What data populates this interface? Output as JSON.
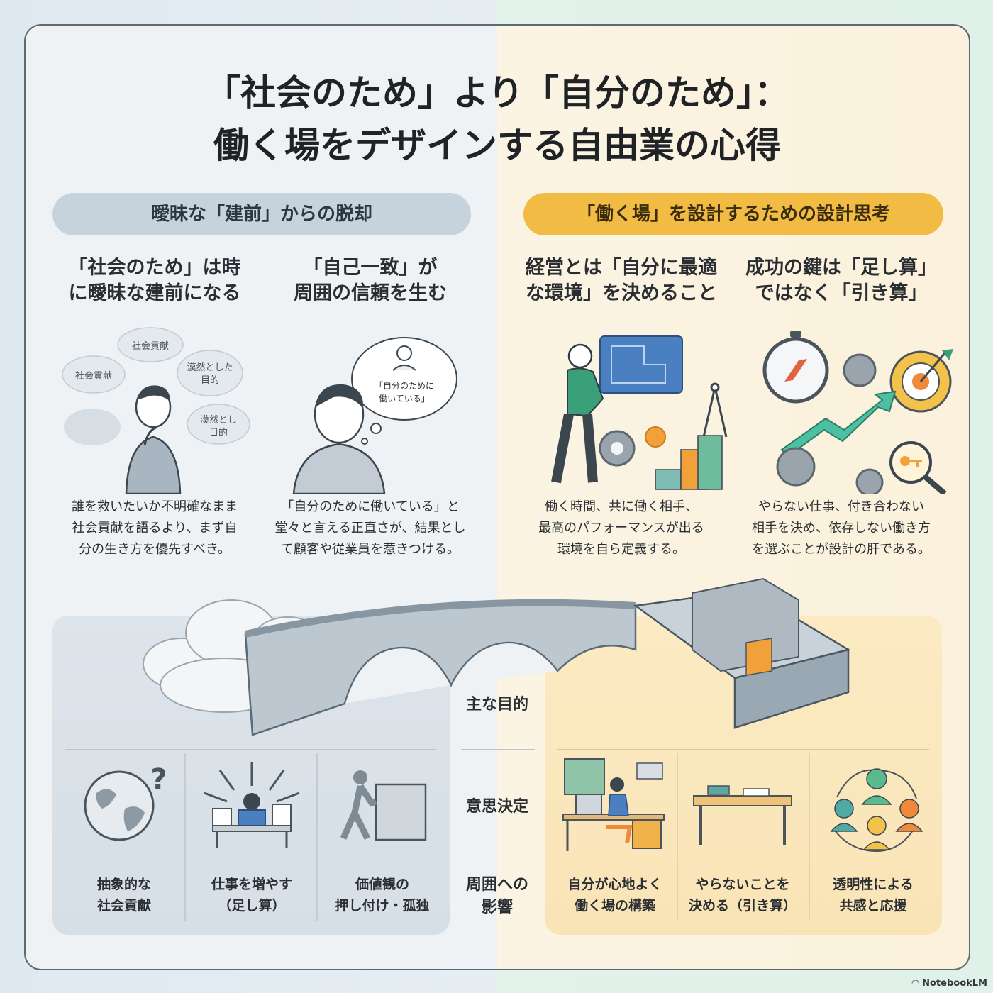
{
  "title": {
    "line1": "「社会のため」より「自分のため」：",
    "line2": "働く場をデザインする自由業の心得"
  },
  "left_header": "曖昧な「建前」からの脱却",
  "right_header": "「働く場」を設計するための設計思考",
  "points": [
    {
      "heading_1": "「社会のため」は時",
      "heading_2": "に曖昧な建前になる",
      "desc_1": "誰を救いたいか不明確なまま",
      "desc_2": "社会貢献を語るより、まず自",
      "desc_3": "分の生き方を優先すべき。"
    },
    {
      "heading_1": "「自己一致」が",
      "heading_2": "周囲の信頼を生む",
      "desc_1": "「自分のために働いている」と",
      "desc_2": "堂々と言える正直さが、結果とし",
      "desc_3": "て顧客や従業員を惹きつける。"
    },
    {
      "heading_1": "経営とは「自分に最適",
      "heading_2": "な環境」を決めること",
      "desc_1": "働く時間、共に働く相手、",
      "desc_2": "最高のパフォーマンスが出る",
      "desc_3": "環境を自ら定義する。"
    },
    {
      "heading_1": "成功の鍵は「足し算」",
      "heading_2": "ではなく「引き算」",
      "desc_1": "やらない仕事、付き合わない",
      "desc_2": "相手を決め、依存しない働き方",
      "desc_3": "を選ぶことが設計の肝である。"
    }
  ],
  "clouds": {
    "c1": "社会貢献",
    "c2": "社会貢献",
    "c3a": "漠然とした",
    "c3b": "目的",
    "c4a": "漠然とし",
    "c4b": "目的"
  },
  "thought_bubble": {
    "line1": "「自分のために",
    "line2": "働いている」"
  },
  "comparison": {
    "row_labels": [
      "主な目的",
      "意思決定",
      "周囲への\n影響"
    ],
    "row_label_1": "主な目的",
    "row_label_2": "意思決定",
    "row_label_3a": "周囲への",
    "row_label_3b": "影響",
    "left": [
      {
        "line1": "抽象的な",
        "line2": "社会貢献"
      },
      {
        "line1": "仕事を増やす",
        "line2": "（足し算）"
      },
      {
        "line1": "価値観の",
        "line2": "押し付け・孤独"
      }
    ],
    "right": [
      {
        "line1": "自分が心地よく",
        "line2": "働く場の構築"
      },
      {
        "line1": "やらないことを",
        "line2": "決める（引き算）"
      },
      {
        "line1": "透明性による",
        "line2": "共感と応援"
      }
    ]
  },
  "brand": "NotebookLM",
  "colors": {
    "accent_yellow": "#f2bb44",
    "left_gray": "#c7d3dc",
    "green_shirt": "#3aa07a",
    "blueprint_blue": "#4a7fc1",
    "orange": "#ef9a3a"
  }
}
